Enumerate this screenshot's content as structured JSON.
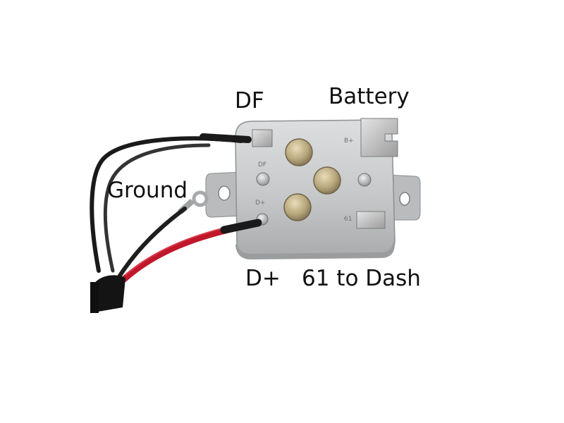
{
  "labels": {
    "df": "DF",
    "battery": "Battery",
    "ground": "Ground",
    "d_plus": "D+",
    "to_dash": "61 to Dash"
  },
  "stamped": {
    "b_plus": "B+",
    "df": "DF",
    "d_plus": "D+",
    "sixty_one": "61"
  },
  "colors": {
    "background": "#ffffff",
    "housing": "#c9cbcd",
    "wire_black": "#1a1a1a",
    "wire_red": "#c0172b",
    "label_text": "#111111"
  }
}
